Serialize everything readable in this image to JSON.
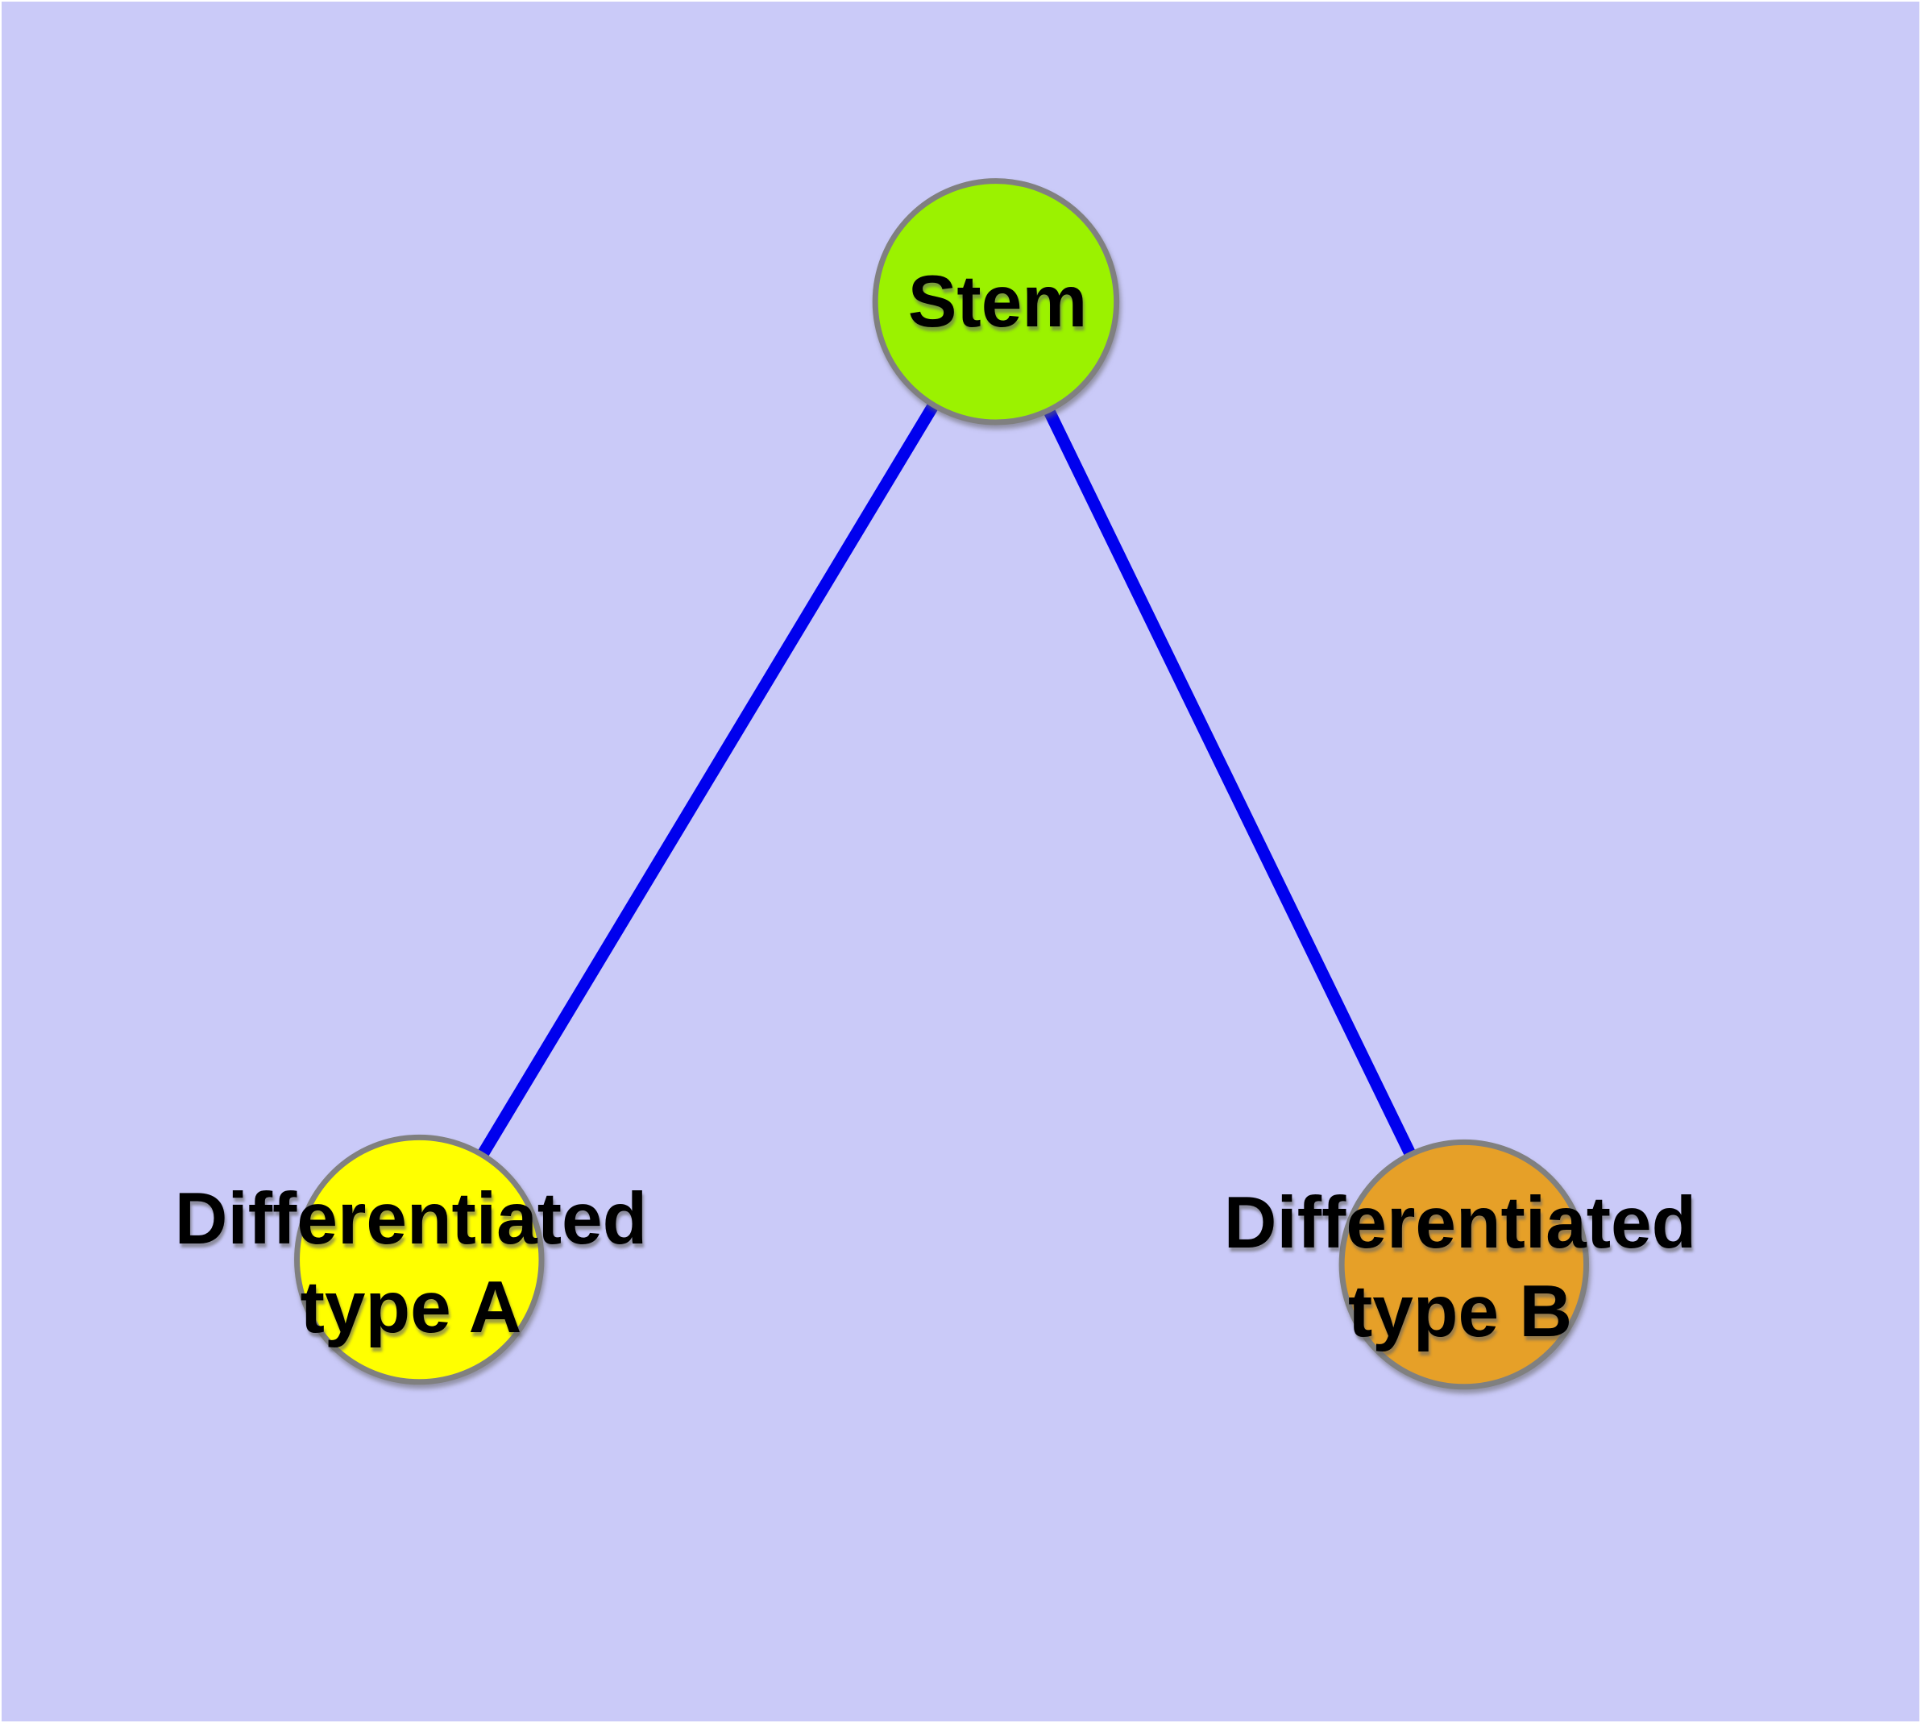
{
  "figure": {
    "kind": "cell-differentiation-graph",
    "background_color": "#CACAF8",
    "node_border_color": "#808080",
    "label_color": "#000000"
  },
  "nodes": {
    "stem": {
      "label": "Stem",
      "fill": "#9BF200"
    },
    "diff_a": {
      "label_lines": [
        "Differentiated",
        "type A"
      ],
      "fill": "#FFFF00"
    },
    "diff_b": {
      "label_lines": [
        "Differentiated",
        "type B"
      ],
      "fill": "#E6A028"
    }
  },
  "edges": {
    "color": "#0000EE",
    "connections": [
      {
        "from": "Stem",
        "to": "Differentiated type A"
      },
      {
        "from": "Stem",
        "to": "Differentiated type B"
      }
    ]
  }
}
